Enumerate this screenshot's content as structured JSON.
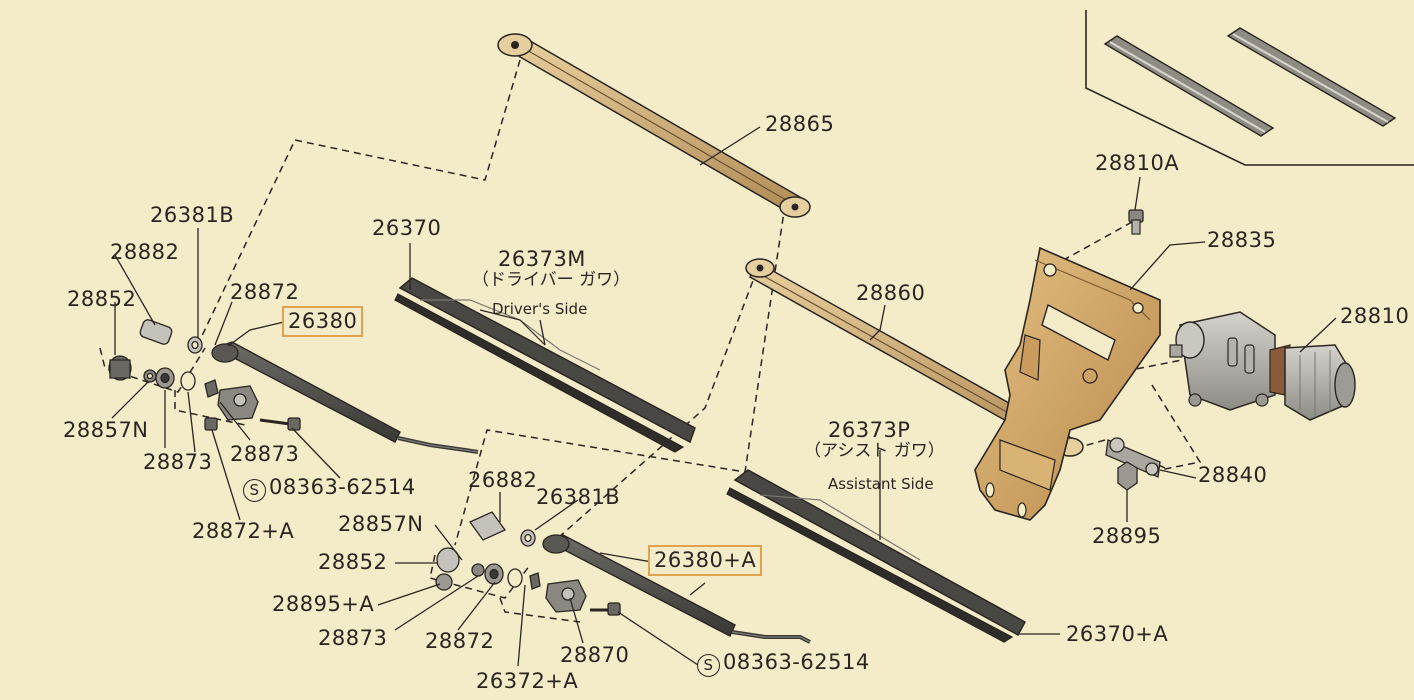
{
  "parts": {
    "p28865": "28865",
    "p28810A": "28810A",
    "p28835": "28835",
    "p28810": "28810",
    "p28860": "28860",
    "p28840": "28840",
    "p28895": "28895",
    "p26381B_top": "26381B",
    "p28882_top": "28882",
    "p28852_top": "28852",
    "p28872_top": "28872",
    "p26380": "26380",
    "p28857N_top": "28857N",
    "p28873_a": "28873",
    "p28873_b": "28873",
    "p08363_top": "08363-62514",
    "p28872A": "28872+A",
    "p26370": "26370",
    "p26373M": "26373M",
    "p26373M_jp": "（ドライバー ガワ）",
    "driver_side": "Driver's Side",
    "p26373P": "26373P",
    "p26373P_jp": "（アシスト ガワ）",
    "assistant_side": "Assistant Side",
    "p26370A": "26370+A",
    "p26882": "26882",
    "p26381B_bot": "26381B",
    "p28857N_bot": "28857N",
    "p28852_bot": "28852",
    "p28895A": "28895+A",
    "p28873_bot": "28873",
    "p28872_bot": "28872",
    "p26372A": "26372+A",
    "p28870": "28870",
    "p26380A": "26380+A",
    "p08363_bot": "08363-62514",
    "s_symbol": "S"
  },
  "colors": {
    "background": "#f4ebc8",
    "line": "#2a2520",
    "highlight": "#e0a24f",
    "bracket": "#c9a36a",
    "metal": "#8a8880",
    "rubber": "#3a3835"
  }
}
